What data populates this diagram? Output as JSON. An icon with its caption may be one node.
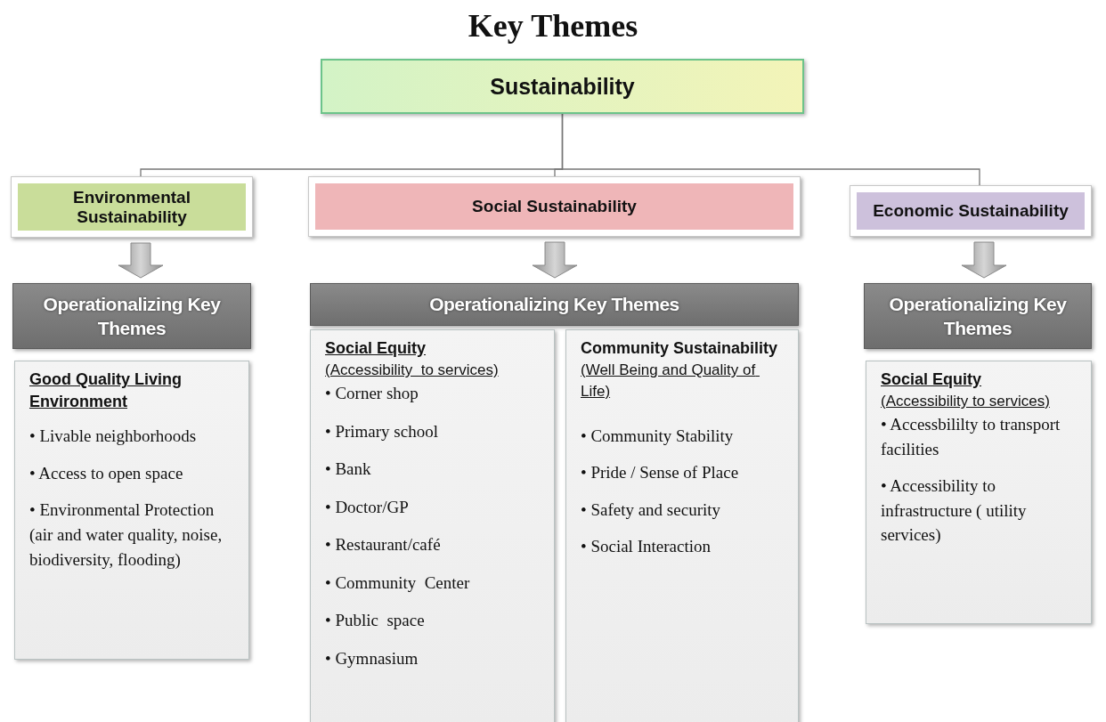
{
  "diagram": {
    "title": "Key Themes",
    "nodes": [
      {
        "text": [
          "Sustainability"
        ]
      },
      {
        "text": [
          "Environmental Sustainability"
        ]
      },
      {
        "text": [
          "Social Sustainability"
        ]
      },
      {
        "text": [
          "Economic Sustainability"
        ]
      },
      {
        "text": [
          "Operationalizing Key Themes"
        ]
      },
      {
        "text": [
          "Operationalizing Key Themes"
        ]
      },
      {
        "text": [
          "Operationalizing Key Themes"
        ]
      },
      {
        "text": [
          "Good Quality Living Environment",
          "• Livable neighborhoods",
          "• Access to open space",
          "• Environmental Protection (air and water quality, noise, biodiversity, flooding)"
        ]
      },
      {
        "text": [
          "Social Equity",
          "(Accessibility  to services)",
          "• Corner shop",
          "• Primary school",
          "• Bank",
          "• Doctor/GP",
          "• Restaurant/café",
          "• Community  Center",
          "• Public  space",
          "• Gymnasium"
        ]
      },
      {
        "text": [
          "Community Sustainability",
          "(Well Being and Quality of Life)",
          "• Community Stability",
          "• Pride / Sense of Place",
          "• Safety and security",
          "• Social Interaction"
        ]
      },
      {
        "text": [
          "Social Equity",
          "(Accessibility to services)",
          "• Accessbililty to transport facilities",
          "• Accessibility to infrastructure ( utility services)"
        ]
      }
    ],
    "edges": [
      {
        "from": 0,
        "to": 1,
        "arrow": "none"
      },
      {
        "from": 0,
        "to": 2,
        "arrow": "none"
      },
      {
        "from": 0,
        "to": 3,
        "arrow": "none"
      },
      {
        "from": 1,
        "to": 4,
        "arrow": "to"
      },
      {
        "from": 2,
        "to": 5,
        "arrow": "to"
      },
      {
        "from": 3,
        "to": 6,
        "arrow": "to"
      }
    ]
  }
}
